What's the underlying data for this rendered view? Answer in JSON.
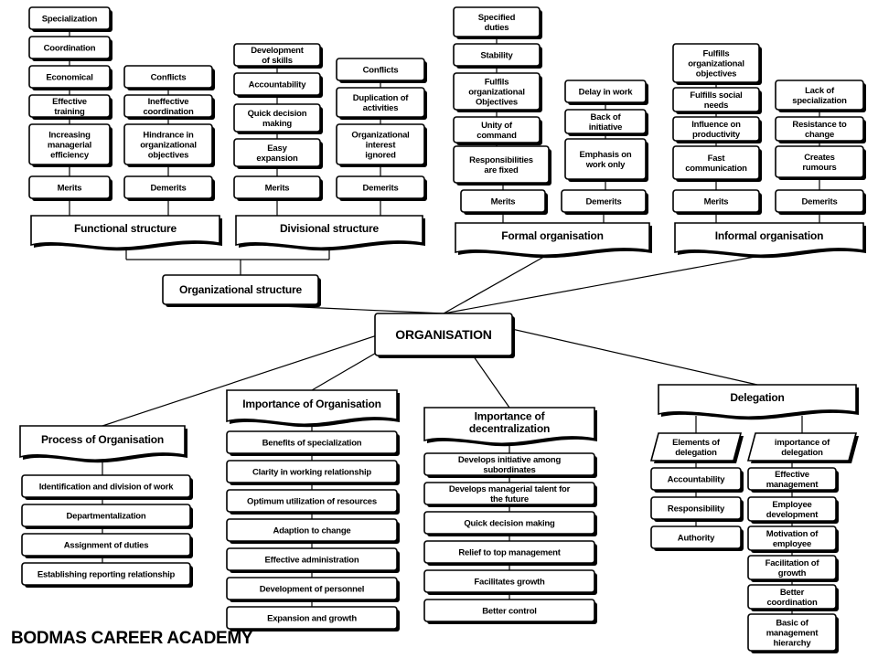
{
  "title": "",
  "footer": "BODMAS CAREER ACADEMY",
  "nodes": {
    "center": {
      "text": [
        "ORGANISATION"
      ]
    },
    "org_structure": {
      "text": [
        "Organizational structure"
      ]
    },
    "functional": {
      "text": [
        "Functional structure"
      ]
    },
    "divisional": {
      "text": [
        "Divisional structure"
      ]
    },
    "formal": {
      "text": [
        "Formal organisation"
      ]
    },
    "informal": {
      "text": [
        "Informal organisation"
      ]
    },
    "process": {
      "text": [
        "Process of Organisation"
      ]
    },
    "importance": {
      "text": [
        "Importance of Organisation"
      ]
    },
    "decentral": {
      "text": [
        "Importance of",
        "decentralization"
      ]
    },
    "delegation": {
      "text": [
        "Delegation"
      ]
    },
    "f_merits": {
      "text": [
        "Merits"
      ]
    },
    "f_demerits": {
      "text": [
        "Demerits"
      ]
    },
    "f_m1": {
      "text": [
        "Specialization"
      ]
    },
    "f_m2": {
      "text": [
        "Coordination"
      ]
    },
    "f_m3": {
      "text": [
        "Economical"
      ]
    },
    "f_m4": {
      "text": [
        "Effective",
        "training"
      ]
    },
    "f_m5": {
      "text": [
        "Increasing",
        "managerial",
        "efficiency"
      ]
    },
    "f_d1": {
      "text": [
        "Conflicts"
      ]
    },
    "f_d2": {
      "text": [
        "Ineffective",
        "coordination"
      ]
    },
    "f_d3": {
      "text": [
        "Hindrance in",
        "organizational",
        "objectives"
      ]
    },
    "d_merits": {
      "text": [
        "Merits"
      ]
    },
    "d_demerits": {
      "text": [
        "Demerits"
      ]
    },
    "d_m1": {
      "text": [
        "Development",
        "of skills"
      ]
    },
    "d_m2": {
      "text": [
        "Accountability"
      ]
    },
    "d_m3": {
      "text": [
        "Quick decision",
        "making"
      ]
    },
    "d_m4": {
      "text": [
        "Easy",
        "expansion"
      ]
    },
    "d_d1": {
      "text": [
        "Conflicts"
      ]
    },
    "d_d2": {
      "text": [
        "Duplication of",
        "activities"
      ]
    },
    "d_d3": {
      "text": [
        "Organizational",
        "interest",
        "ignored"
      ]
    },
    "fo_merits": {
      "text": [
        "Merits"
      ]
    },
    "fo_demerits": {
      "text": [
        "Demerits"
      ]
    },
    "fo_m1": {
      "text": [
        "Specified",
        "duties"
      ]
    },
    "fo_m2": {
      "text": [
        "Stability"
      ]
    },
    "fo_m3": {
      "text": [
        "Fulfils",
        "organizational",
        "Objectives"
      ]
    },
    "fo_m4": {
      "text": [
        "Unity of",
        "command"
      ]
    },
    "fo_m5": {
      "text": [
        "Responsibilities",
        "are fixed"
      ]
    },
    "fo_d1": {
      "text": [
        "Delay in work"
      ]
    },
    "fo_d2": {
      "text": [
        "Back of",
        "initiative"
      ]
    },
    "fo_d3": {
      "text": [
        "Emphasis on",
        "work only"
      ]
    },
    "in_merits": {
      "text": [
        "Merits"
      ]
    },
    "in_demerits": {
      "text": [
        "Demerits"
      ]
    },
    "in_m1": {
      "text": [
        "Fulfills",
        "organizational",
        "objectives"
      ]
    },
    "in_m2": {
      "text": [
        "Fulfills social",
        "needs"
      ]
    },
    "in_m3": {
      "text": [
        "Influence on",
        "productivity"
      ]
    },
    "in_m4": {
      "text": [
        "Fast",
        "communication"
      ]
    },
    "in_d1": {
      "text": [
        "Lack of",
        "specialization"
      ]
    },
    "in_d2": {
      "text": [
        "Resistance to",
        "change"
      ]
    },
    "in_d3": {
      "text": [
        "Creates",
        "rumours"
      ]
    },
    "p1": {
      "text": [
        "Identification and division of work"
      ]
    },
    "p2": {
      "text": [
        "Departmentalization"
      ]
    },
    "p3": {
      "text": [
        "Assignment of duties"
      ]
    },
    "p4": {
      "text": [
        "Establishing reporting relationship"
      ]
    },
    "i1": {
      "text": [
        "Benefits of specialization"
      ]
    },
    "i2": {
      "text": [
        "Clarity in working relationship"
      ]
    },
    "i3": {
      "text": [
        "Optimum utilization of resources"
      ]
    },
    "i4": {
      "text": [
        "Adaption to change"
      ]
    },
    "i5": {
      "text": [
        "Effective administration"
      ]
    },
    "i6": {
      "text": [
        "Development of personnel"
      ]
    },
    "i7": {
      "text": [
        "Expansion and growth"
      ]
    },
    "dc1": {
      "text": [
        "Develops initiative among",
        "subordinates"
      ]
    },
    "dc2": {
      "text": [
        "Develops managerial talent for",
        "the future"
      ]
    },
    "dc3": {
      "text": [
        "Quick decision making"
      ]
    },
    "dc4": {
      "text": [
        "Relief to top management"
      ]
    },
    "dc5": {
      "text": [
        "Facilitates growth"
      ]
    },
    "dc6": {
      "text": [
        "Better control"
      ]
    },
    "del_elements": {
      "text": [
        "Elements of",
        "delegation"
      ]
    },
    "del_importance": {
      "text": [
        "importance of",
        "delegation"
      ]
    },
    "de1": {
      "text": [
        "Accountability"
      ]
    },
    "de2": {
      "text": [
        "Responsibility"
      ]
    },
    "de3": {
      "text": [
        "Authority"
      ]
    },
    "di1": {
      "text": [
        "Effective",
        "management"
      ]
    },
    "di2": {
      "text": [
        "Employee",
        "development"
      ]
    },
    "di3": {
      "text": [
        "Motivation of",
        "employee"
      ]
    },
    "di4": {
      "text": [
        "Facilitation of",
        "growth"
      ]
    },
    "di5": {
      "text": [
        "Better",
        "coordination"
      ]
    },
    "di6": {
      "text": [
        "Basic of",
        "management",
        "hierarchy"
      ]
    }
  }
}
